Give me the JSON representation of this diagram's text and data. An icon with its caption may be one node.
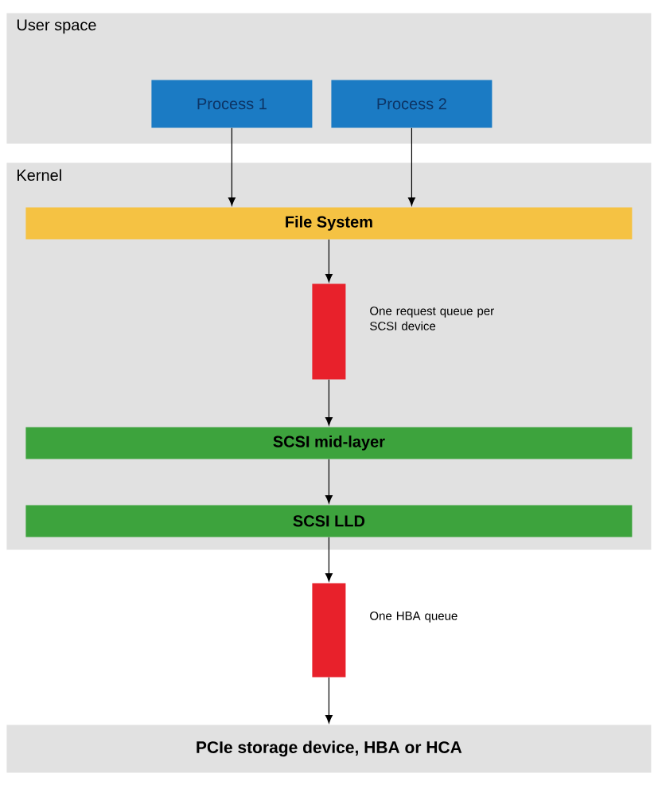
{
  "diagram": {
    "nodes": [
      {
        "text": [
          "User space"
        ]
      },
      {
        "text": [
          "Process 1"
        ],
        "in": 0
      },
      {
        "text": [
          "Process 2"
        ],
        "in": 0
      },
      {
        "text": [
          "Kernel"
        ]
      },
      {
        "text": [
          "File System"
        ],
        "in": 3
      },
      {
        "text": [],
        "shape": "bar",
        "in": 3,
        "beside": [
          "One request queue per SCSI device"
        ]
      },
      {
        "text": [
          "SCSI mid-layer"
        ],
        "in": 3
      },
      {
        "text": [
          "SCSI LLD"
        ],
        "in": 3
      },
      {
        "text": [],
        "shape": "bar",
        "beside": [
          "One HBA queue"
        ]
      },
      {
        "text": [
          "PCIe storage device, HBA or HCA"
        ]
      }
    ],
    "edges": [
      {
        "from": 1,
        "to": 4,
        "arrow": "to"
      },
      {
        "from": 2,
        "to": 4,
        "arrow": "to"
      },
      {
        "from": 4,
        "to": 5,
        "arrow": "to"
      },
      {
        "from": 5,
        "to": 6,
        "arrow": "to"
      },
      {
        "from": 6,
        "to": 7,
        "arrow": "to"
      },
      {
        "from": 7,
        "to": 8,
        "arrow": "to"
      },
      {
        "from": 8,
        "to": 9,
        "arrow": "to"
      }
    ]
  }
}
